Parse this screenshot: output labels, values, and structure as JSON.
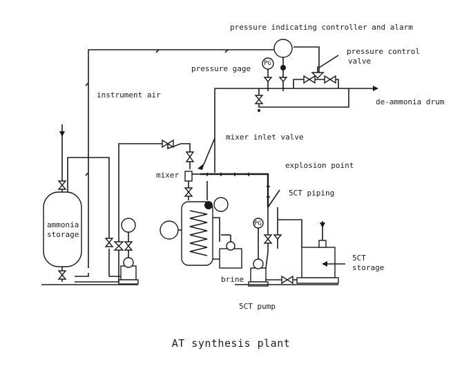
{
  "diagram": {
    "caption": "AT synthesis plant",
    "labels": {
      "pressure_indicating_controller": "pressure indicating controller and alarm",
      "pressure_control_valve_line1": "pressure control",
      "pressure_control_valve_line2": "valve",
      "pressure_gage": "pressure gage",
      "pg_tag": "PG",
      "instrument_air": "instrument air",
      "de_ammonia_drum": "de-ammonia drum",
      "mixer_inlet_valve": "mixer inlet valve",
      "mixer": "mixer",
      "explosion_point": "explosion point",
      "piping_5ct": "5CT piping",
      "ammonia_storage_line1": "ammonia",
      "ammonia_storage_line2": "storage",
      "brine": "brine",
      "storage_5ct_line1": "5CT",
      "storage_5ct_line2": "storage",
      "pump_5ct": "5CT pump"
    }
  }
}
